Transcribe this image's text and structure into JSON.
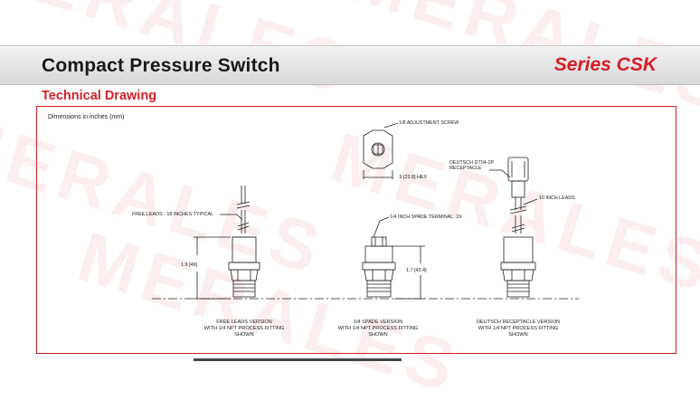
{
  "header": {
    "title": "Compact Pressure Switch",
    "series": "Series CSK"
  },
  "section": {
    "title": "Technical Drawing"
  },
  "drawing": {
    "dimensions_note": "Dimensions in inches (mm)",
    "callouts": {
      "adjustment_screw": "1/8 ADJUSTMENT SCREW",
      "hex": ".9 [23.8] HEX",
      "deutsch_receptacle_line1": "DEUTSCH DT04-2P",
      "deutsch_receptacle_line2": "RECEPTACLE",
      "inch_leads": "10 INCH LEADS",
      "free_leads": "FREE LEADS - 18 INCHES TYPICAL",
      "spade_terminal": "1/4 INCH SPADE TERMINAL, 2X",
      "dim_left": "1.9 [49]",
      "dim_middle": "1.7 [43.4]"
    },
    "captions": {
      "free_leads": [
        "FREE LEADS VERSION",
        "WITH 1/4 NPT PROCESS FITTING",
        "SHOWN"
      ],
      "spade": [
        "1/4 SPADE VERSION",
        "WITH 1/4 NPT PROCESS FITTING",
        "SHOWN"
      ],
      "deutsch": [
        "DEUTSCH RECEPTACLE VERSION",
        "WITH 1/4 NPT PROCESS FITTING",
        "SHOWN"
      ]
    }
  },
  "watermark": "MERALES",
  "colors": {
    "brand_red": "#d21f26",
    "line": "#222222"
  }
}
